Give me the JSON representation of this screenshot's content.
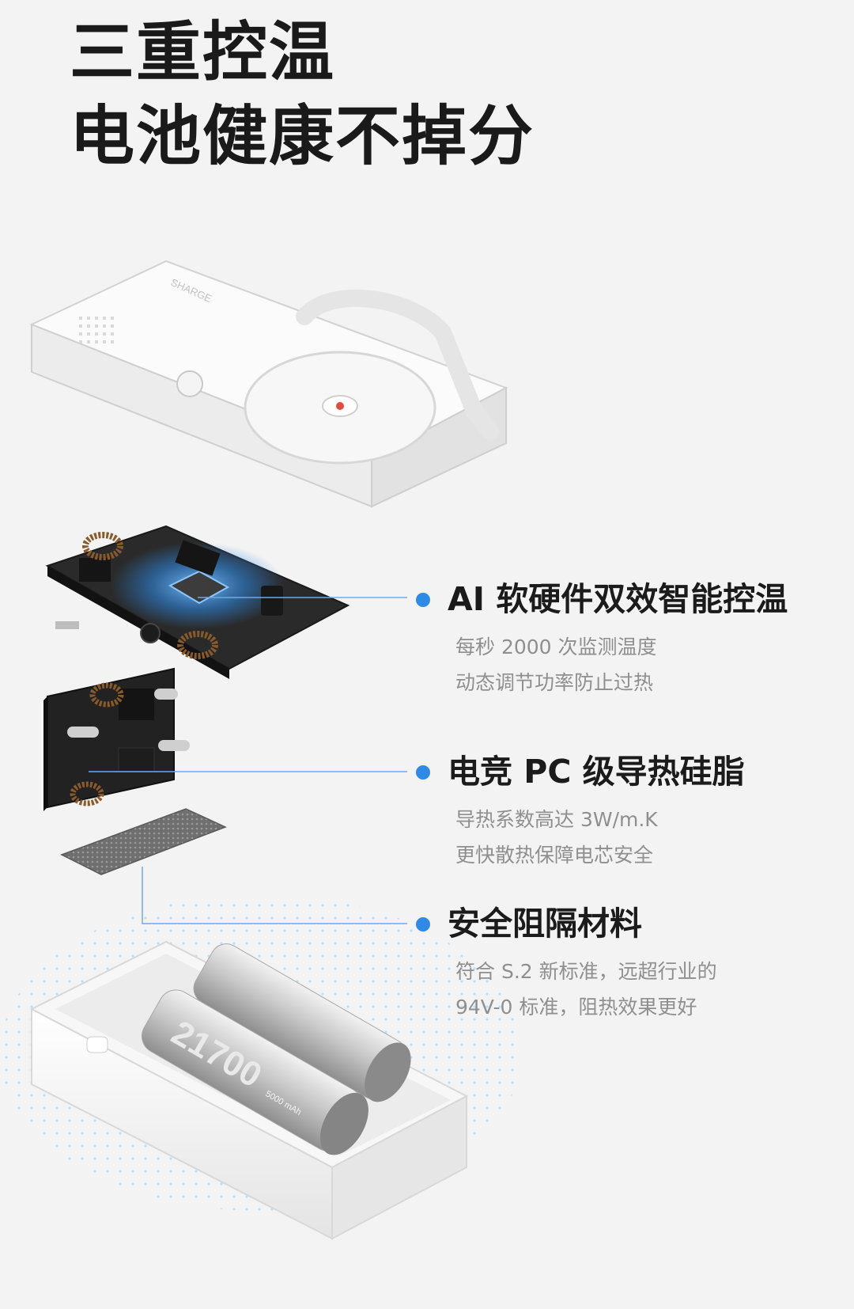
{
  "headline": {
    "line1": "三重控温",
    "line2": "电池健康不掉分"
  },
  "product": {
    "brand": "SHARGE",
    "battery_label": "21700",
    "battery_capacity": "5000 mAh"
  },
  "features": [
    {
      "title": "AI 软硬件双效智能控温",
      "lines": [
        "每秒 2000 次监测温度",
        "动态调节功率防止过热"
      ]
    },
    {
      "title": "电竞 PC 级导热硅脂",
      "lines": [
        "导热系数高达 3W/m.K",
        "更快散热保障电芯安全"
      ]
    },
    {
      "title": "安全阻隔材料",
      "lines": [
        "符合 S.2 新标准，远超行业的",
        "94V-0 标准，阻热效果更好"
      ]
    }
  ],
  "colors": {
    "accent": "#2f8ae6",
    "background": "#f3f3f3",
    "title": "#1b1b1b",
    "subtext": "#8f8f8f"
  }
}
